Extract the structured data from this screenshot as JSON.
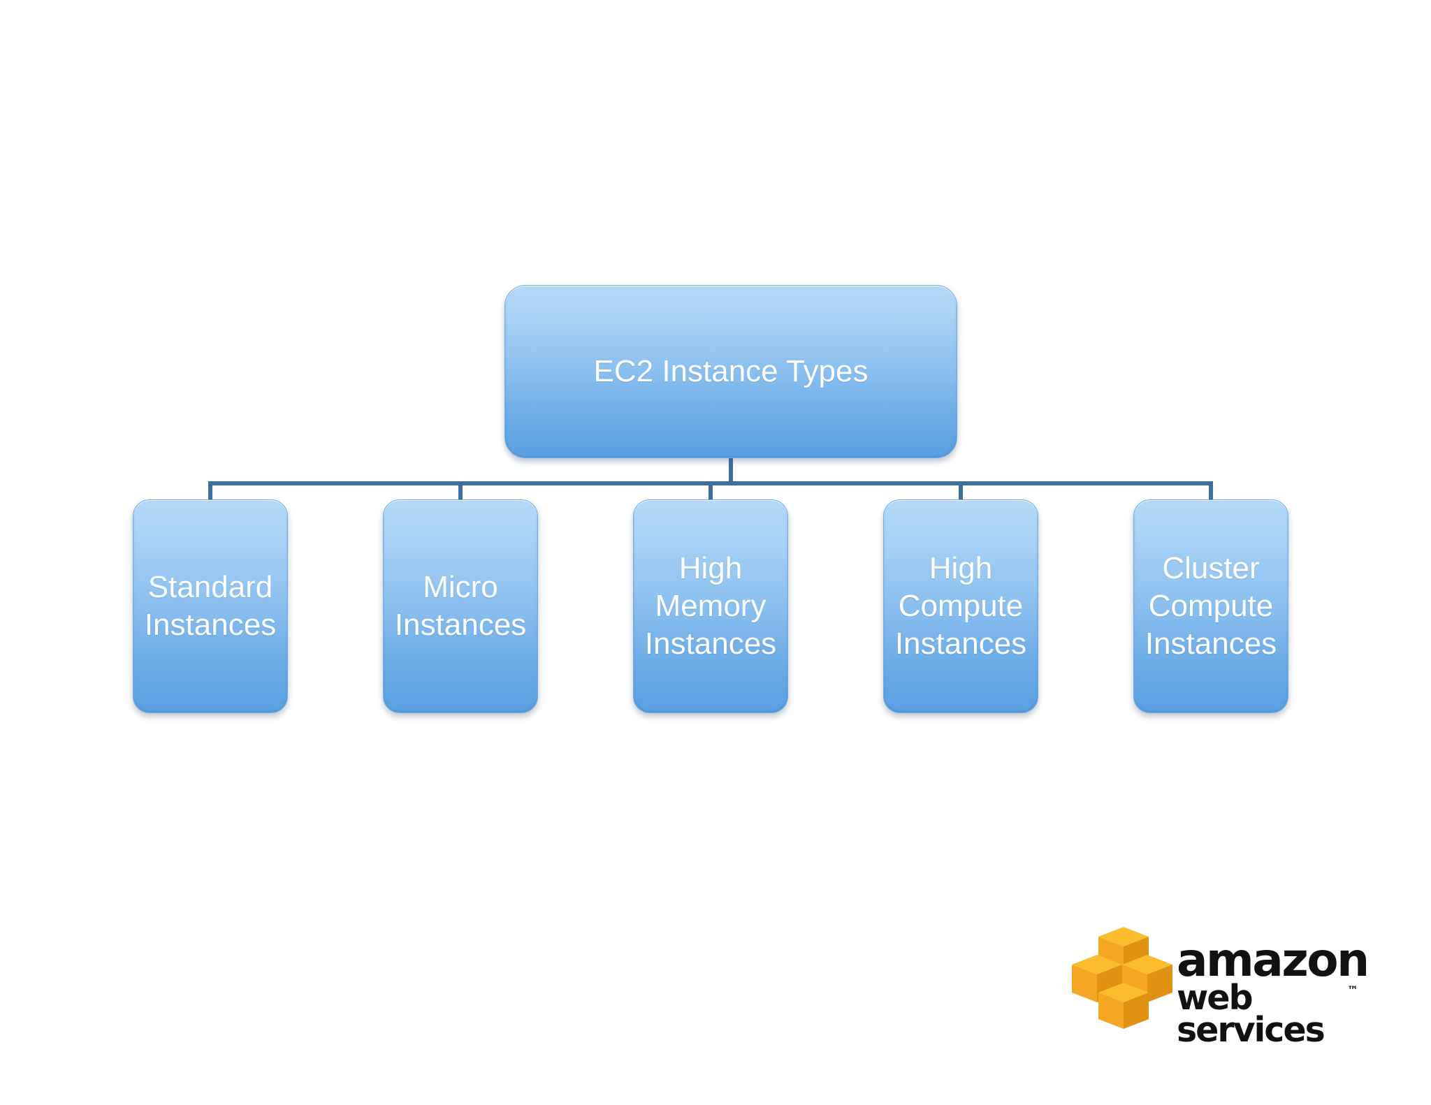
{
  "diagram": {
    "type": "org-chart",
    "root": {
      "label": "EC2 Instance Types"
    },
    "children": [
      {
        "label": "Standard\nInstances"
      },
      {
        "label": "Micro\nInstances"
      },
      {
        "label": "High\nMemory\nInstances"
      },
      {
        "label": "High\nCompute\nInstances"
      },
      {
        "label": "Cluster\nCompute\nInstances"
      }
    ],
    "colors": {
      "node_fill_top": "#b4d8f7",
      "node_fill_bottom": "#5ba0e2",
      "node_border": "#74a9dd",
      "node_text": "#ffffff",
      "connector": "#3d6f9e",
      "background": "#ffffff"
    }
  },
  "logo": {
    "name": "amazon-web-services-logo",
    "wordmark_top": "amazon",
    "wordmark_bottom": "web services",
    "trademark": "™",
    "cube_color": "#f5a623",
    "cube_color_light": "#fbbd2e",
    "cube_color_dark": "#e09112",
    "text_color": "#111111"
  }
}
